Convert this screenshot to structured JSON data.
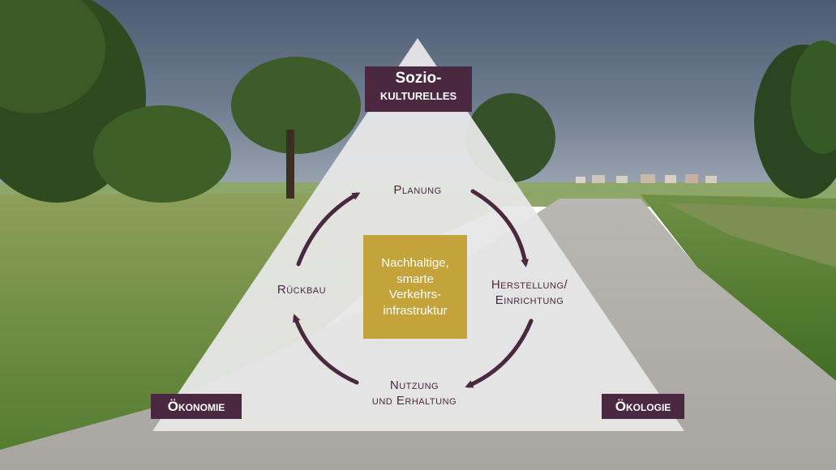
{
  "corners": {
    "top": [
      "Sozio-",
      "kulturelles"
    ],
    "left": "Ökonomie",
    "right": "Ökologie"
  },
  "cycle": {
    "planung": "Planung",
    "herstellung": [
      "Herstellung/",
      "Einrichtung"
    ],
    "nutzung": [
      "Nutzung",
      "und Erhaltung"
    ],
    "rueckbau": "Rückbau"
  },
  "center": [
    "Nachhaltige,",
    "smarte",
    "Verkehrs-",
    "infrastruktur"
  ],
  "colors": {
    "label_bg": "#4a2840",
    "label_text": "#ffffff",
    "center_bg": "#c4a33b",
    "triangle_fill": "#e7e7e7",
    "arrow": "#4a2840"
  }
}
